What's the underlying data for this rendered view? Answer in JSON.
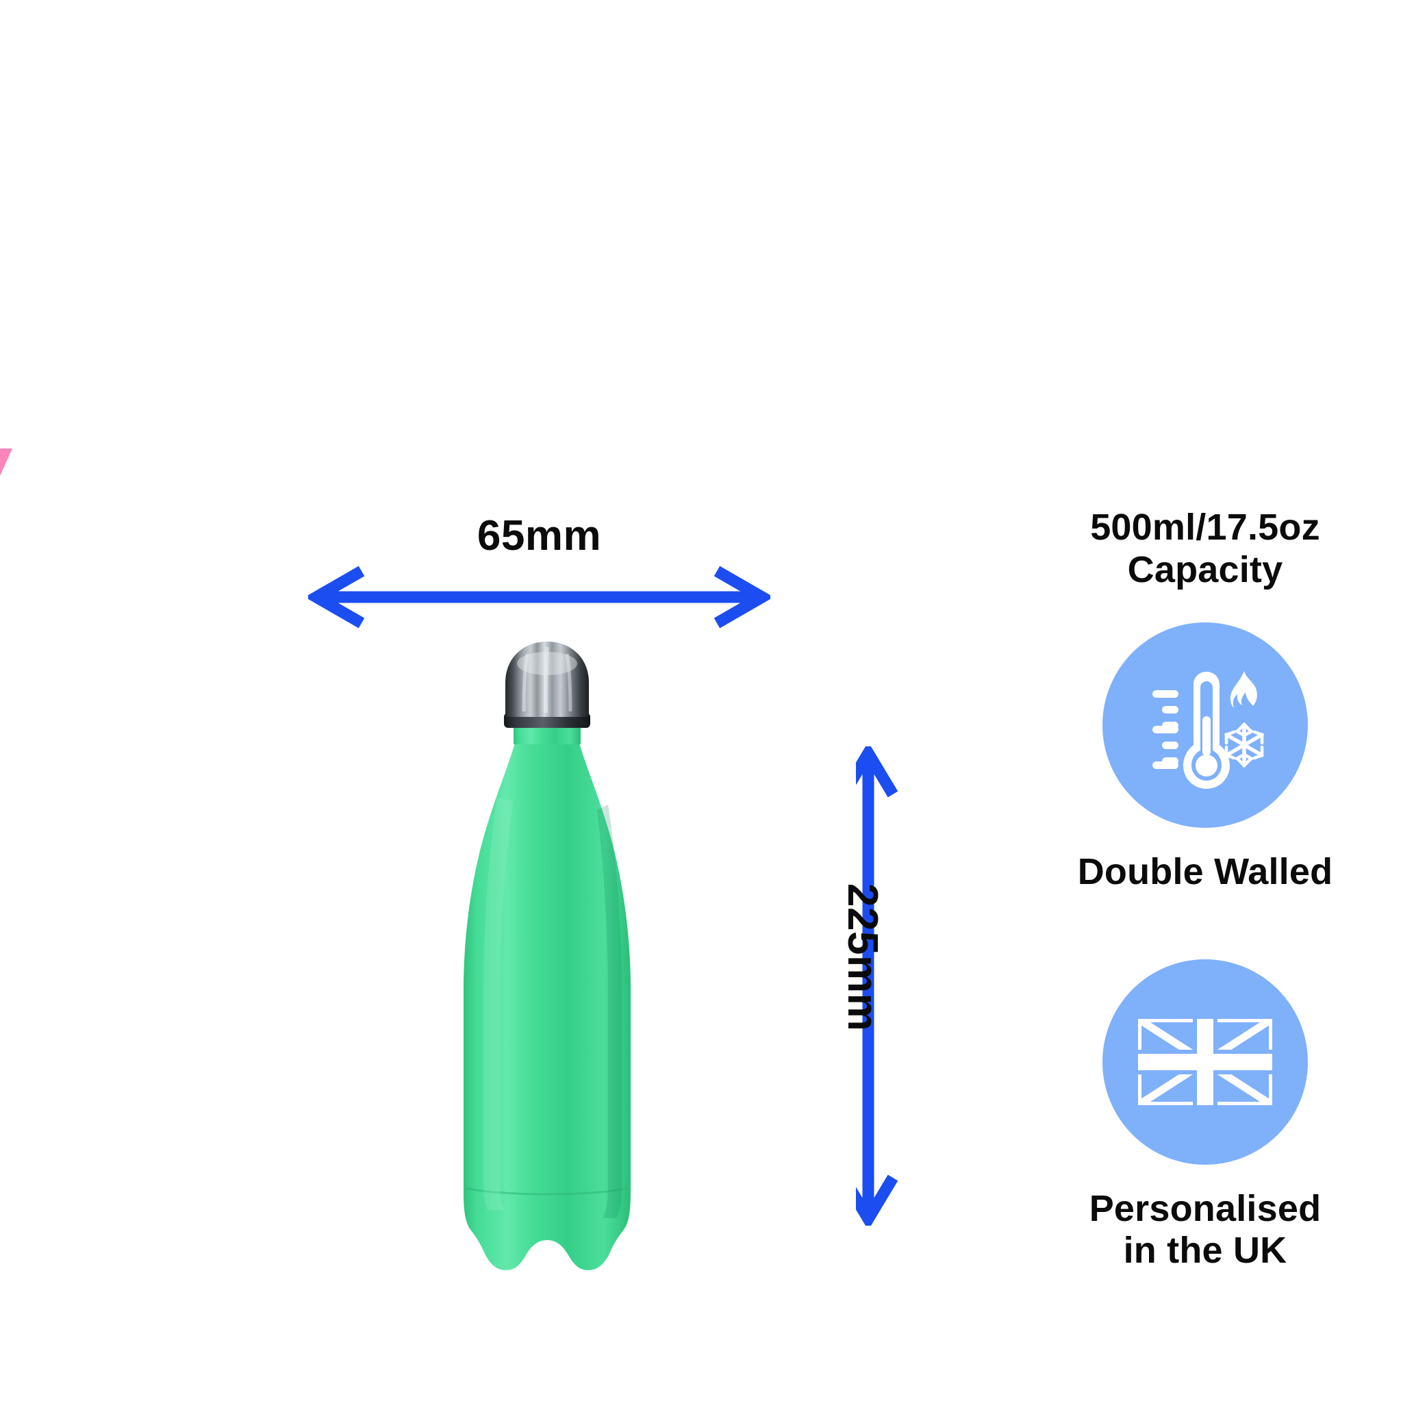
{
  "product": {
    "name": "insulated-water-bottle",
    "body_color": "#3FD992",
    "cap_color": "#8E9296"
  },
  "dimensions": {
    "width": {
      "label": "65mm",
      "orientation": "horizontal",
      "arrow_color": "#1B4DF0"
    },
    "height": {
      "label": "225mm",
      "orientation": "vertical",
      "arrow_color": "#1B4DF0"
    }
  },
  "features": {
    "capacity": {
      "line1": "500ml/17.5oz",
      "line2": "Capacity"
    },
    "items": [
      {
        "icon": "thermometer-hot-cold-icon",
        "caption": "Double Walled",
        "badge_color": "#7FB0FA"
      },
      {
        "icon": "union-jack-flag-icon",
        "caption_line1": "Personalised",
        "caption_line2": "in the UK",
        "badge_color": "#7FB0FA"
      }
    ]
  },
  "colors": {
    "accent_blue": "#1B4DF0",
    "badge_blue": "#7FB0FA",
    "bottle_green": "#3FD992",
    "text": "#0b0b0b",
    "artifact_pink": "#FB84B8"
  }
}
